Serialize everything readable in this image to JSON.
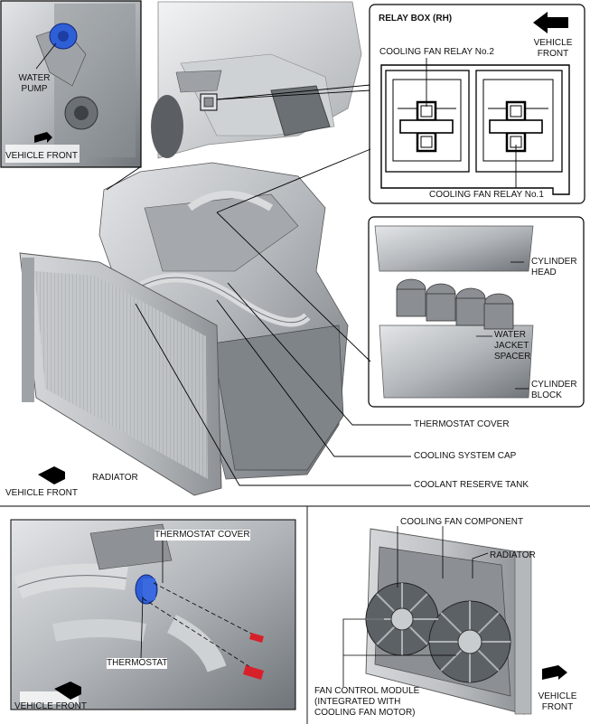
{
  "labels": {
    "water_pump": "WATER\nPUMP",
    "vehicle_front_inset": "VEHICLE FRONT",
    "relay_box": "RELAY BOX (RH)",
    "vehicle_front_relay": "VEHICLE\nFRONT",
    "cooling_fan_relay_2": "COOLING FAN RELAY No.2",
    "cooling_fan_relay_1": "COOLING FAN RELAY No.1",
    "cylinder_head": "CYLINDER\nHEAD",
    "water_jacket_spacer": "WATER\nJACKET\nSPACER",
    "cylinder_block": "CYLINDER\nBLOCK",
    "thermostat_cover": "THERMOSTAT COVER",
    "cooling_system_cap": "COOLING SYSTEM CAP",
    "coolant_reserve_tank": "COOLANT RESERVE TANK",
    "radiator": "RADIATOR",
    "vehicle_front_main": "VEHICLE FRONT",
    "thermostat_cover_detail": "THERMOSTAT COVER",
    "thermostat": "THERMOSTAT",
    "vehicle_front_thermo": "VEHICLE FRONT",
    "cooling_fan_component": "COOLING FAN COMPONENT",
    "radiator_fan": "RADIATOR",
    "fan_control_module": "FAN CONTROL MODULE\n(INTEGRATED WITH\nCOOLING FAN MOTOR)",
    "vehicle_front_fan": "VEHICLE\nFRONT"
  },
  "colors": {
    "highlight_blue": "#2f5fd6",
    "bolt_red": "#d8202a",
    "metal": "#b9bcbf",
    "metal_dark": "#7c8085",
    "line": "#000000"
  },
  "icons": [
    "arrow-left-icon",
    "arrow-forward-icon"
  ]
}
